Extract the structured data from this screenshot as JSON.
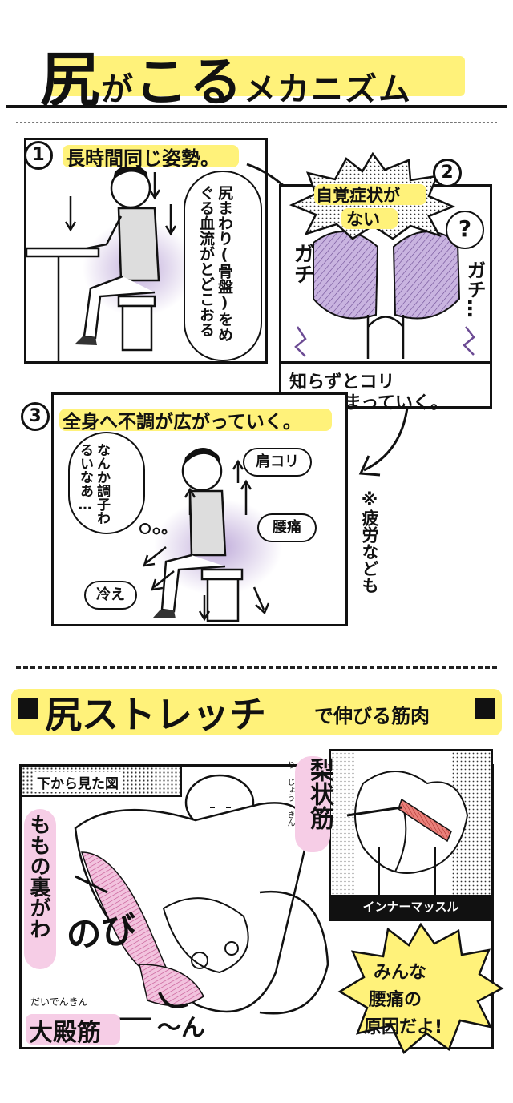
{
  "header": {
    "title_big1": "尻",
    "title_small1": "が",
    "title_big2": "こる",
    "title_rest": "メカニズム"
  },
  "panel1": {
    "number": "1",
    "caption": "長時間同じ姿勢。",
    "bubble_text": "尻まわり(骨盤)をめぐる血流がとどこおる"
  },
  "panel2": {
    "number": "2",
    "burst_text_line1": "自覚症状が",
    "burst_text_line2": "ない",
    "question": "?",
    "sfx_left": "ガチ",
    "sfx_right": "ガチ…",
    "caption_line1": "知らずとコリ",
    "caption_line2": "固まっていく。"
  },
  "panel3": {
    "number": "3",
    "caption": "全身へ不調が広がっていく。",
    "thought_text": "なんか調子わるいなあ…",
    "tag_shoulder": "肩コリ",
    "tag_back": "腰痛",
    "tag_cold": "冷え",
    "note": "※疲労なども"
  },
  "section2": {
    "title_main": "尻ストレッチ",
    "title_sub": "で伸びる筋肉"
  },
  "figure": {
    "view_label": "下から見た図",
    "hamstring_label": "ももの裏がわ",
    "gluteus_ruby": "だいでんきん",
    "gluteus_label": "大殿筋",
    "stretch_sfx1": "のび",
    "stretch_sfx2": "〜ん",
    "piriformis_ruby": "り じょう きん",
    "piriformis_label": "梨状筋",
    "inner_muscle_label": "インナーマッスル",
    "burst_line1": "みんな",
    "burst_line2": "腰痛の",
    "burst_line3": "原因だよ!"
  },
  "colors": {
    "highlight": "#fff27a",
    "muscle_pink": "#e7a3c9",
    "muscle_red": "#d9534f",
    "blood_purple": "#b9a3d6"
  }
}
